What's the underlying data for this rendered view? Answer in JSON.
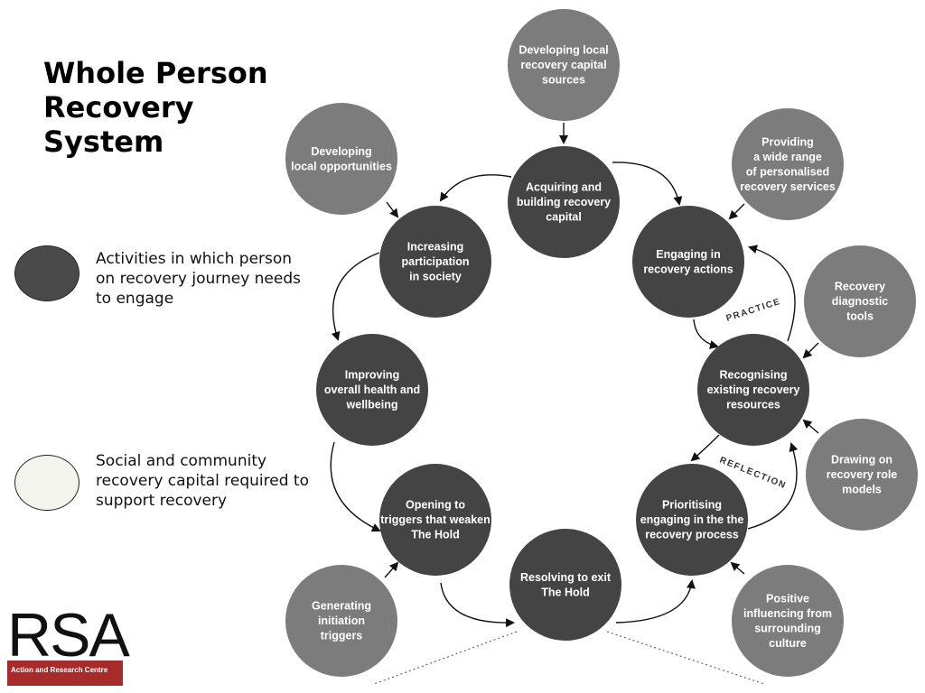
{
  "title": "Whole Person Recovery System",
  "legend": {
    "dark": {
      "label": "Activities in which person on recovery journey needs to engage",
      "color": "#4a4a4a"
    },
    "light": {
      "label": "Social and community recovery capital required to support recovery",
      "color": "#f4f4ef"
    }
  },
  "colors": {
    "activity": "#444444",
    "support": "#7c7c7c",
    "arrow": "#111111"
  },
  "activities": [
    {
      "id": "acquiring",
      "lines": [
        "Acquiring and",
        "building recovery",
        "capital"
      ]
    },
    {
      "id": "engaging",
      "lines": [
        "Engaging in",
        "recovery actions"
      ]
    },
    {
      "id": "recognising",
      "lines": [
        "Recognising",
        "existing recovery",
        "resources"
      ]
    },
    {
      "id": "prioritising",
      "lines": [
        "Prioritising",
        "engaging in the the",
        "recovery process"
      ]
    },
    {
      "id": "resolving",
      "lines": [
        "Resolving to exit",
        "The Hold"
      ]
    },
    {
      "id": "opening",
      "lines": [
        "Opening to",
        "triggers that weaken",
        "The Hold"
      ]
    },
    {
      "id": "improving",
      "lines": [
        "Improving",
        "overall health and",
        "wellbeing"
      ]
    },
    {
      "id": "increasing",
      "lines": [
        "Increasing",
        "participation",
        "in society"
      ]
    }
  ],
  "supports": [
    {
      "id": "developing-sources",
      "lines": [
        "Developing local",
        "recovery capital",
        "sources"
      ]
    },
    {
      "id": "providing-services",
      "lines": [
        "Providing",
        "a wide range",
        "of personalised",
        "recovery services"
      ]
    },
    {
      "id": "diagnostic-tools",
      "lines": [
        "Recovery",
        "diagnostic",
        "tools"
      ]
    },
    {
      "id": "role-models",
      "lines": [
        "Drawing on",
        "recovery role",
        "models"
      ]
    },
    {
      "id": "positive-influencing",
      "lines": [
        "Positive",
        "influencing from",
        "surrounding",
        "culture"
      ]
    },
    {
      "id": "generating-triggers",
      "lines": [
        "Generating",
        "initiation",
        "triggers"
      ]
    },
    {
      "id": "developing-opportunities",
      "lines": [
        "Developing",
        "local opportunities"
      ]
    }
  ],
  "tags": {
    "practice": "PRACTICE",
    "reflection": "REFLECTION"
  },
  "logo": {
    "name": "RSA",
    "subtitle": "Action and Research Centre"
  }
}
